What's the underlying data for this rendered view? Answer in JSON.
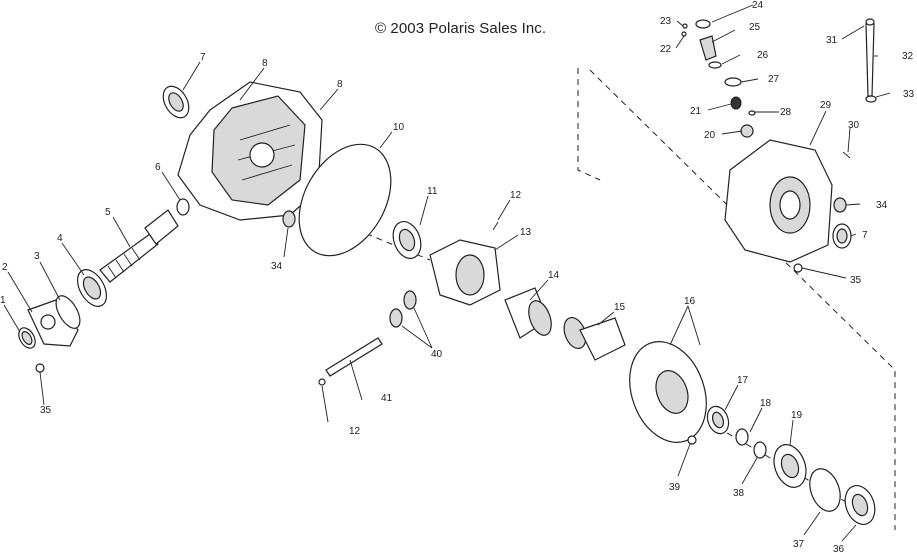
{
  "copyright": "© 2003 Polaris Sales Inc.",
  "callouts": {
    "c1": "1",
    "c2": "2",
    "c3": "3",
    "c4": "4",
    "c5": "5",
    "c6": "6",
    "c7a": "7",
    "c7b": "7",
    "c8a": "8",
    "c8b": "8",
    "c10": "10",
    "c11": "11",
    "c12a": "12",
    "c12b": "12",
    "c13": "13",
    "c14": "14",
    "c15": "15",
    "c16": "16",
    "c17": "17",
    "c18": "18",
    "c19": "19",
    "c20": "20",
    "c21": "21",
    "c22": "22",
    "c23": "23",
    "c24": "24",
    "c25": "25",
    "c26": "26",
    "c27": "27",
    "c28": "28",
    "c29": "29",
    "c30": "30",
    "c31": "31",
    "c32": "32",
    "c33": "33",
    "c34a": "34",
    "c34b": "34",
    "c35a": "35",
    "c35b": "35",
    "c36": "36",
    "c37": "37",
    "c38": "38",
    "c39": "39",
    "c40": "40",
    "c41": "41"
  }
}
